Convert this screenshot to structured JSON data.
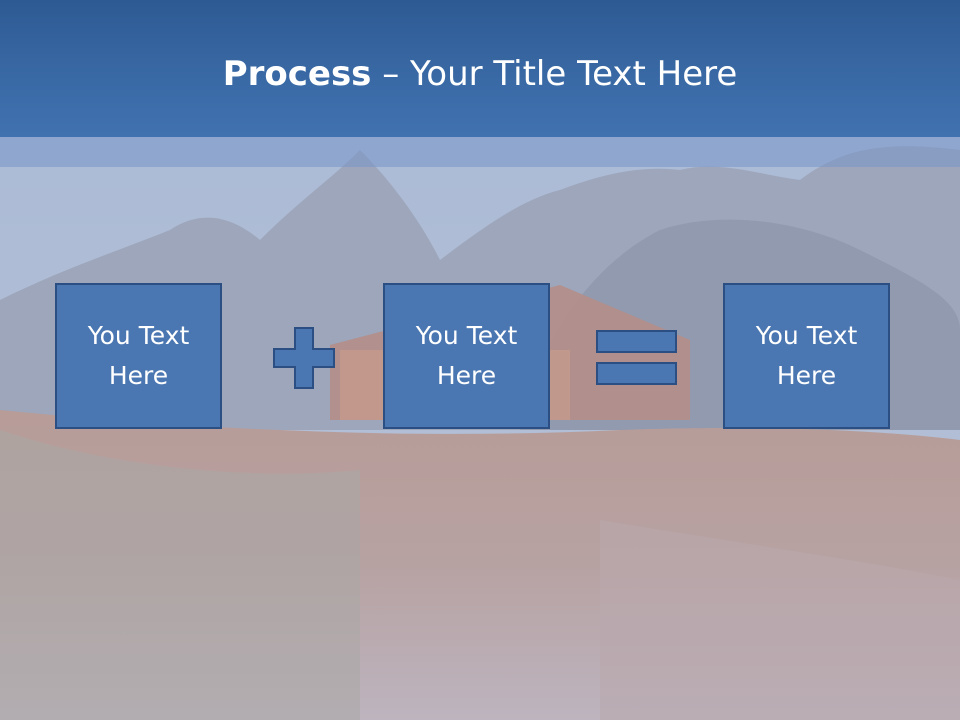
{
  "title": {
    "bold": "Process",
    "rest": " – Your Title Text Here"
  },
  "process": {
    "steps": [
      {
        "label": "You Text\nHere"
      },
      {
        "label": "You Text\nHere"
      },
      {
        "label": "You Text\nHere"
      }
    ],
    "operators": [
      "plus",
      "equals"
    ]
  },
  "colors": {
    "title_bar": "#3a6aa6",
    "box_fill": "#4a76b1",
    "box_border": "#2b4f82",
    "text": "#ffffff"
  }
}
